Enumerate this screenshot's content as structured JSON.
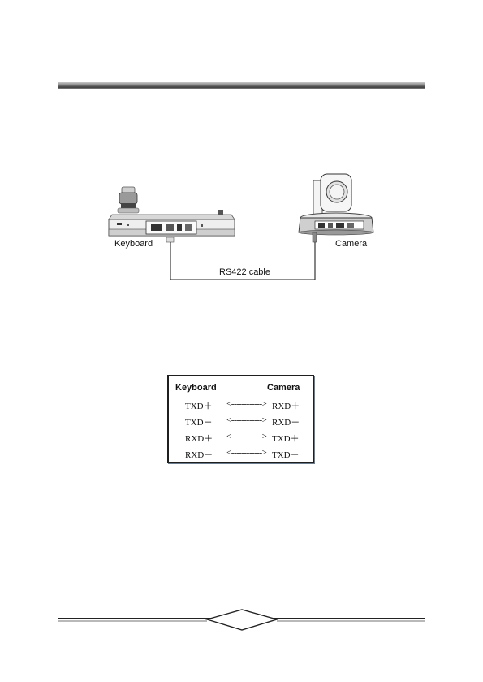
{
  "diagram": {
    "keyboard_label": "Keyboard",
    "camera_label": "Camera",
    "cable_label": "RS422 cable"
  },
  "pin_table": {
    "header_left": "Keyboard",
    "header_right": "Camera",
    "rows": [
      {
        "left": "TXD＋",
        "arrow": "<------------>",
        "right": "RXD＋"
      },
      {
        "left": "TXD－",
        "arrow": "<------------>",
        "right": "RXD－"
      },
      {
        "left": "RXD＋",
        "arrow": "<------------>",
        "right": "TXD＋"
      },
      {
        "left": "RXD－",
        "arrow": "<------------>",
        "right": "TXD－"
      }
    ]
  }
}
